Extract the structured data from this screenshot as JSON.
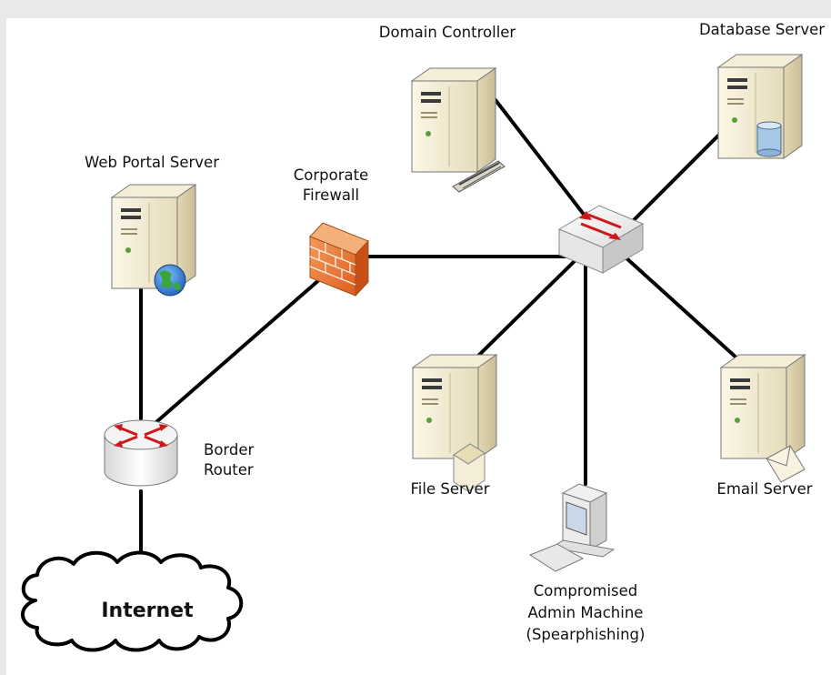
{
  "nodes": {
    "domain_controller": {
      "label": "Domain Controller"
    },
    "database_server": {
      "label": "Database Server"
    },
    "web_portal_server": {
      "label": "Web Portal Server"
    },
    "corporate_firewall": {
      "label_line1": "Corporate",
      "label_line2": "Firewall"
    },
    "border_router": {
      "label_line1": "Border",
      "label_line2": "Router"
    },
    "file_server": {
      "label": "File  Server"
    },
    "email_server": {
      "label": "Email  Server"
    },
    "admin_machine": {
      "label_line1": "Compromised",
      "label_line2": "Admin Machine",
      "label_line3": "(Spearphishing)"
    },
    "internet": {
      "label": "Internet"
    }
  },
  "colors": {
    "server_body": "#f1ead2",
    "server_shade": "#d8cfae",
    "firewall": "#e8752e",
    "router_arrow": "#cc1a1a",
    "link": "#000000"
  }
}
